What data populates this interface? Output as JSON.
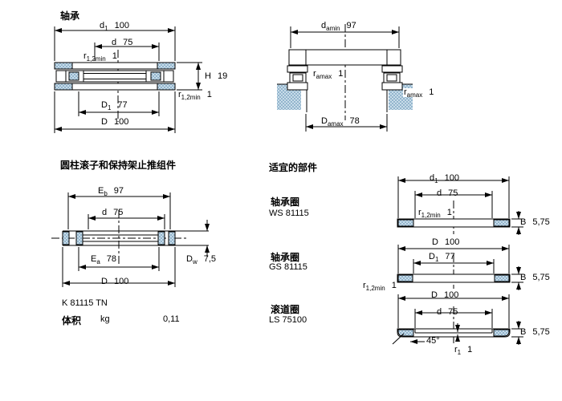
{
  "page": {
    "background": "#ffffff"
  },
  "colors": {
    "hatch_base": "#c8dce9",
    "hatch_dot": "#93b5cd",
    "line": "#000000"
  },
  "sections": {
    "bearing_title": "轴承",
    "assembly_title": "圆柱滚子和保持架止推组件",
    "suitable_title": "适宜的部件"
  },
  "product": {
    "designation": "K 81115 TN",
    "mass_label": "体积",
    "mass_unit": "kg",
    "mass_value": "0,11"
  },
  "suitable_items": [
    {
      "label": "轴承圈",
      "code": "WS 81115"
    },
    {
      "label": "轴承圈",
      "code": "GS 81115"
    },
    {
      "label": "滚道圈",
      "code": "LS 75100"
    }
  ],
  "drawings": {
    "bearing_section": {
      "d1": {
        "sym": "d",
        "sub": "1",
        "val": "100"
      },
      "d": {
        "sym": "d",
        "sub": "",
        "val": "75"
      },
      "r12_top": {
        "sym": "r",
        "sub": "1,2min",
        "val": "1"
      },
      "H": {
        "sym": "H",
        "sub": "",
        "val": "19"
      },
      "r12_bottom": {
        "sym": "r",
        "sub": "1,2min",
        "val": "1"
      },
      "D1": {
        "sym": "D",
        "sub": "1",
        "val": "77"
      },
      "D": {
        "sym": "D",
        "sub": "",
        "val": "100"
      }
    },
    "abutment": {
      "damin": {
        "sym": "d",
        "sub": "amin",
        "val": "97"
      },
      "ramax_inner": {
        "sym": "r",
        "sub": "amax",
        "val": "1"
      },
      "ramax_outer": {
        "sym": "r",
        "sub": "amax",
        "val": "1"
      },
      "Damax": {
        "sym": "D",
        "sub": "amax",
        "val": "78"
      }
    },
    "assembly_section": {
      "Eb": {
        "sym": "E",
        "sub": "b",
        "val": "97"
      },
      "d": {
        "sym": "d",
        "sub": "",
        "val": "75"
      },
      "Ea": {
        "sym": "E",
        "sub": "a",
        "val": "78"
      },
      "D": {
        "sym": "D",
        "sub": "",
        "val": "100"
      },
      "Dw": {
        "sym": "D",
        "sub": "w",
        "val": "7,5"
      }
    },
    "ws_washer": {
      "d1": {
        "sym": "d",
        "sub": "1",
        "val": "100"
      },
      "d": {
        "sym": "d",
        "sub": "",
        "val": "75"
      },
      "r12": {
        "sym": "r",
        "sub": "1,2min",
        "val": "1"
      },
      "B": {
        "sym": "B",
        "sub": "",
        "val": "5,75"
      }
    },
    "gs_washer": {
      "D": {
        "sym": "D",
        "sub": "",
        "val": "100"
      },
      "D1": {
        "sym": "D",
        "sub": "1",
        "val": "77"
      },
      "r12": {
        "sym": "r",
        "sub": "1,2min",
        "val": "1"
      },
      "B": {
        "sym": "B",
        "sub": "",
        "val": "5,75"
      }
    },
    "ls_washer": {
      "D": {
        "sym": "D",
        "sub": "",
        "val": "100"
      },
      "d": {
        "sym": "d",
        "sub": "",
        "val": "75"
      },
      "chamfer": "45°",
      "r1": {
        "sym": "r",
        "sub": "1",
        "val": "1"
      },
      "B": {
        "sym": "B",
        "sub": "",
        "val": "5,75"
      }
    }
  }
}
